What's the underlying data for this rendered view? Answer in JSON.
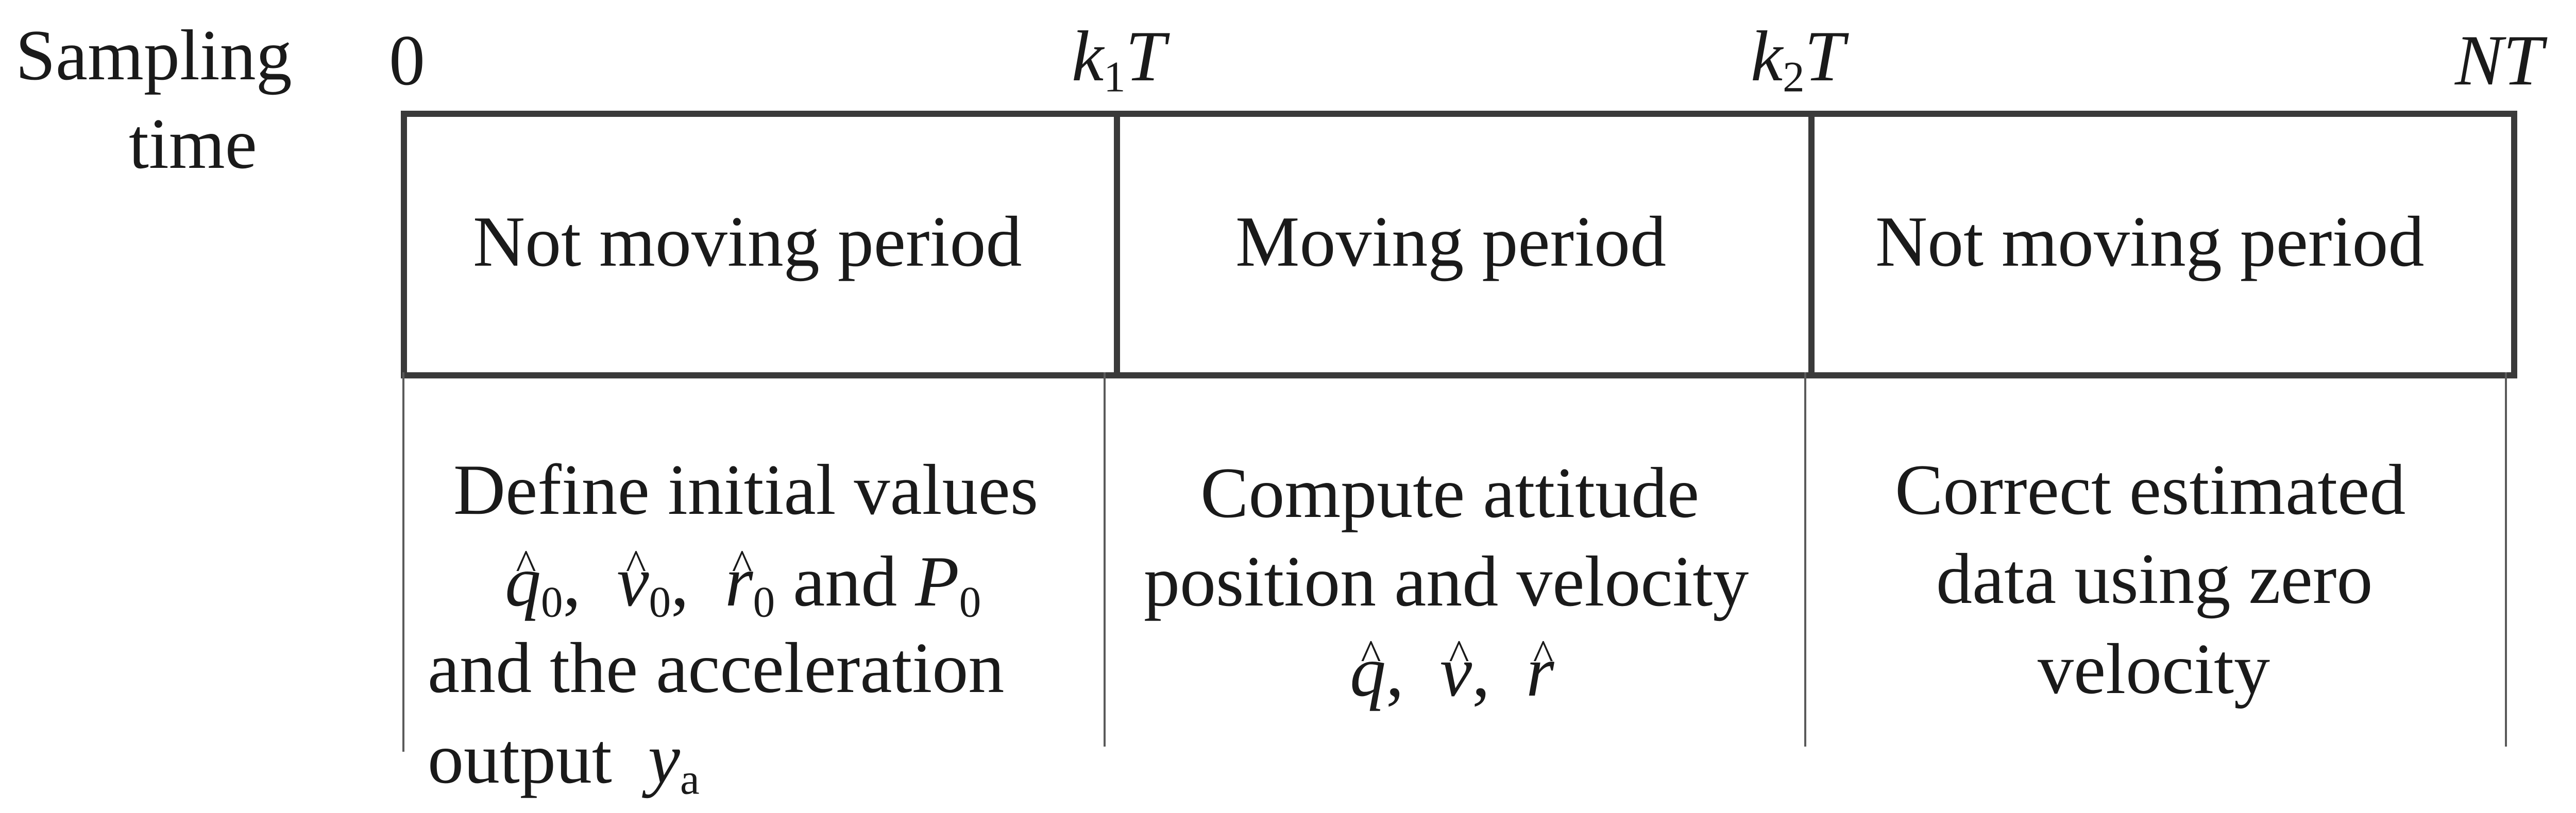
{
  "axis": {
    "label_line1": "Sampling",
    "label_line2": "time",
    "ticks": {
      "t0": "0",
      "t1_main": "k",
      "t1_sub": "1",
      "t1_suffix": "T",
      "t2_main": "k",
      "t2_sub": "2",
      "t2_suffix": "T",
      "t3": "NT"
    }
  },
  "periods": [
    {
      "label": "Not moving period"
    },
    {
      "label": "Moving period"
    },
    {
      "label": "Not moving period"
    }
  ],
  "descriptions": {
    "col1": {
      "line1": "Define initial values",
      "q": "q",
      "q_sub": "0",
      "v": "v",
      "v_sub": "0",
      "r": "r",
      "r_sub": "0",
      "and": "and",
      "P": "P",
      "P_sub": "0",
      "line3": "and the acceleration",
      "line4": "output",
      "y": "y",
      "y_sub": "a"
    },
    "col2": {
      "line1": "Compute attitude",
      "line2": "position and velocity",
      "q": "q",
      "v": "v",
      "r": "r"
    },
    "col3": {
      "line1": "Correct estimated",
      "line2": "data using zero",
      "line3": "velocity"
    }
  }
}
